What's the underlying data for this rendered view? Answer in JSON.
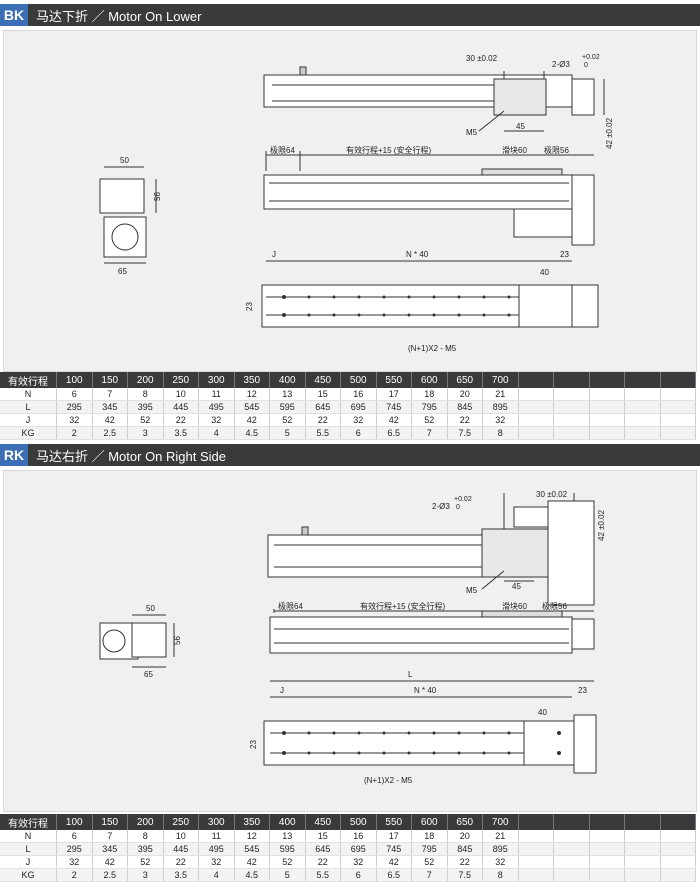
{
  "sections": [
    {
      "code": "BK",
      "title": "马达下折 ／ Motor On Lower",
      "dims": {
        "d30": "30 ±0.02",
        "d2phi": "2-Ø3",
        "tol_up": "+0.02",
        "tol_zero": "0",
        "m5": "M5",
        "d45": "45",
        "d42": "42 ±0.02",
        "lim64": "极限64",
        "stroke": "有效行程+15 (安全行程)",
        "slider": "滑块60",
        "lim56": "极限56",
        "d50": "50",
        "d56": "56",
        "d65": "65",
        "J": "J",
        "N40": "N * 40",
        "d23": "23",
        "d40": "40",
        "d23b": "23",
        "holes": "(N+1)X2 - M5"
      }
    },
    {
      "code": "RK",
      "title": "马达右折 ／ Motor On Right Side",
      "dims": {
        "d30": "30 ±0.02",
        "d2phi": "2-Ø3",
        "tol_up": "+0.02",
        "tol_zero": "0",
        "m5": "M5",
        "d45": "45",
        "d42": "42 ±0.02",
        "lim64": "极限64",
        "stroke": "有效行程+15 (安全行程)",
        "slider": "滑块60",
        "lim56": "极限56",
        "L": "L",
        "d50": "50",
        "d56": "56",
        "d65": "65",
        "J": "J",
        "N40": "N * 40",
        "d23": "23",
        "d40": "40",
        "d23b": "23",
        "holes": "(N+1)X2 - M5"
      }
    }
  ],
  "table": {
    "header_label": "有效行程",
    "strokes": [
      "100",
      "150",
      "200",
      "250",
      "300",
      "350",
      "400",
      "450",
      "500",
      "550",
      "600",
      "650",
      "700",
      "",
      "",
      "",
      "",
      ""
    ],
    "rows": [
      {
        "label": "N",
        "values": [
          "6",
          "7",
          "8",
          "10",
          "11",
          "12",
          "13",
          "15",
          "16",
          "17",
          "18",
          "20",
          "21",
          "",
          "",
          "",
          "",
          ""
        ]
      },
      {
        "label": "L",
        "values": [
          "295",
          "345",
          "395",
          "445",
          "495",
          "545",
          "595",
          "645",
          "695",
          "745",
          "795",
          "845",
          "895",
          "",
          "",
          "",
          "",
          ""
        ]
      },
      {
        "label": "J",
        "values": [
          "32",
          "42",
          "52",
          "22",
          "32",
          "42",
          "52",
          "22",
          "32",
          "42",
          "52",
          "22",
          "32",
          "",
          "",
          "",
          "",
          ""
        ]
      },
      {
        "label": "KG",
        "values": [
          "2",
          "2.5",
          "3",
          "3.5",
          "4",
          "4.5",
          "5",
          "5.5",
          "6",
          "6.5",
          "7",
          "7.5",
          "8",
          "",
          "",
          "",
          "",
          ""
        ]
      }
    ]
  }
}
